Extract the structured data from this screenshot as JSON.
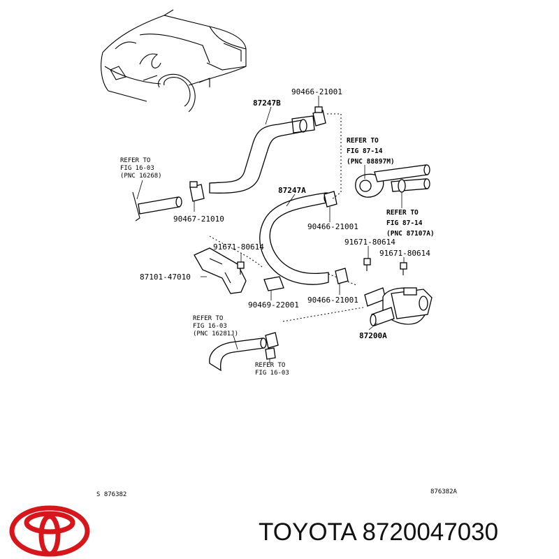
{
  "diagram": {
    "callouts": {
      "c1": "90466-21001",
      "c2": "87247B",
      "c3": "87247A",
      "c4": "90467-21010",
      "c5": "90466-21001",
      "c6": "91671-80614",
      "c7": "91671-80614",
      "c8": "91671-80614",
      "c9": "87101-47010",
      "c10": "90469-22001",
      "c11": "90466-21001",
      "c12": "87200A"
    },
    "refers": {
      "r1": [
        "REFER TO",
        "FIG 87-14",
        "(PNC 88897M)"
      ],
      "r2": [
        "REFER TO",
        "FIG 87-14",
        "(PNC 87107A)"
      ],
      "r3": [
        "REFER TO",
        "FIG 16-03",
        "(PNC 16268)"
      ],
      "r4": [
        "REFER TO",
        "FIG 16-03",
        "(PNC 16281J)"
      ],
      "r5": [
        "REFER TO",
        "FIG 16-03"
      ]
    },
    "footer_left": "S 876382",
    "footer_right": "876382A"
  },
  "brand": {
    "caption": "TOYOTA 8720047030",
    "logo_color": "#d7161b"
  }
}
